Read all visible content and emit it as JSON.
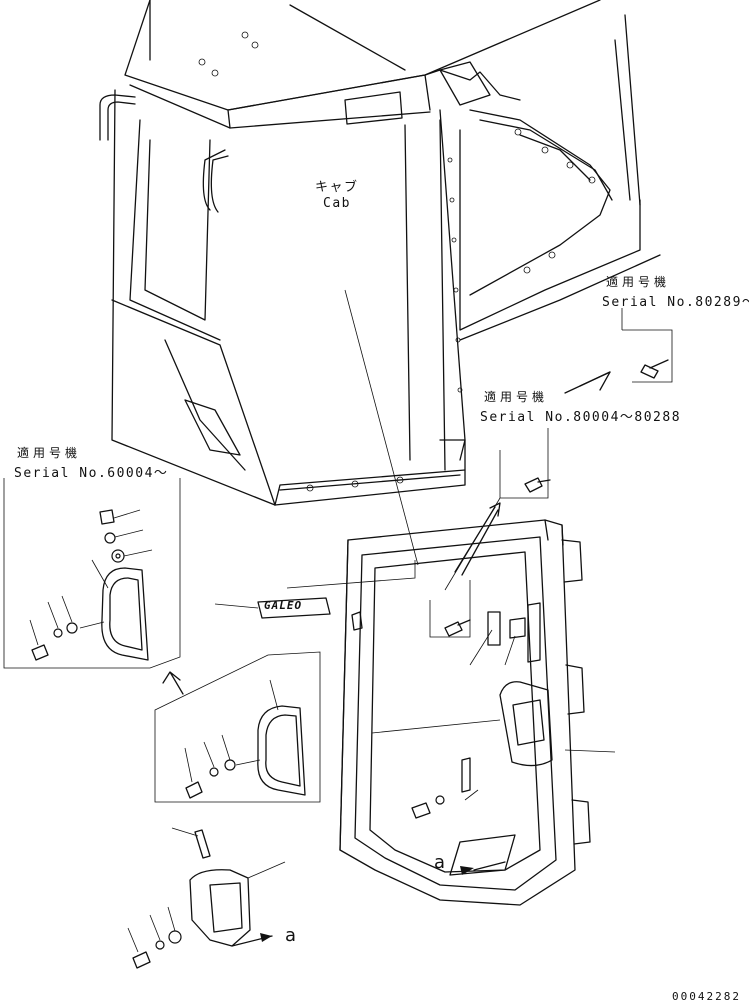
{
  "labels": {
    "cab_jp": "キャブ",
    "cab_en": "Cab",
    "applicable_jp": "適用号機",
    "serial_a": "Serial No.80289～",
    "serial_b": "Serial No.80004～80288",
    "serial_c": "Serial No.60004～",
    "emblem": "GALEO",
    "ref_a1": "a",
    "ref_a2": "a",
    "drawing_no": "00042282"
  }
}
